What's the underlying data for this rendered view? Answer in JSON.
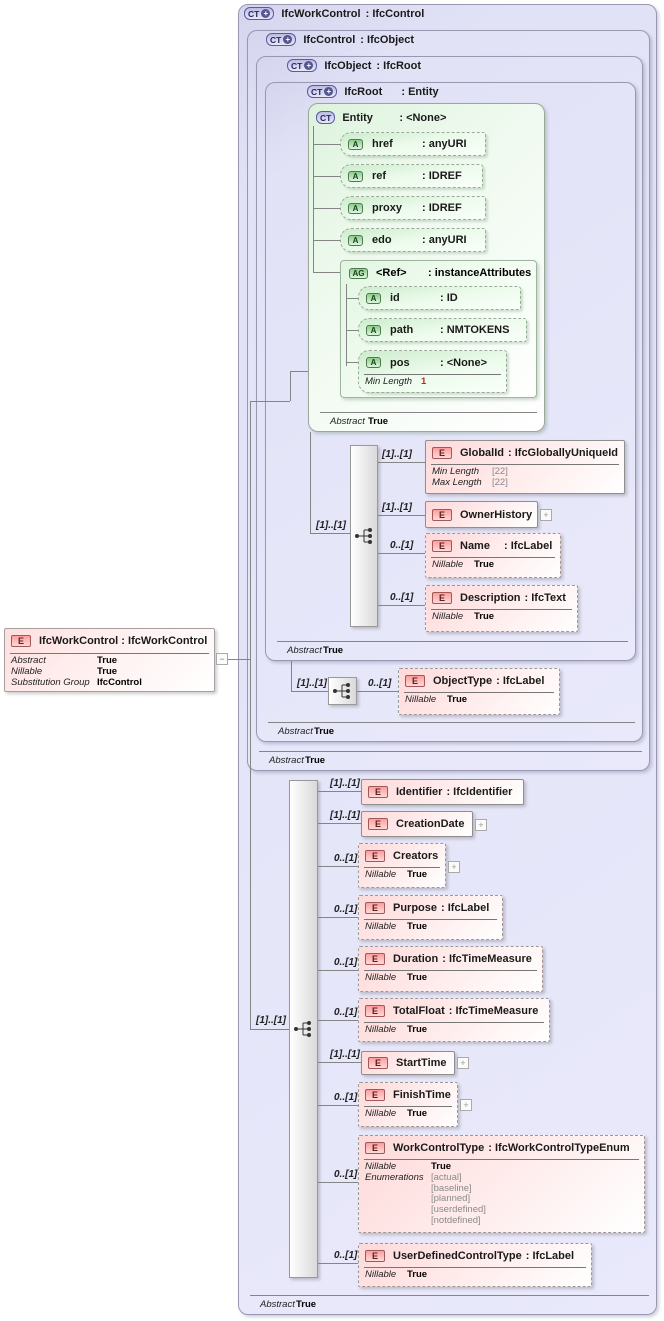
{
  "symbols": {
    "ct": "CT",
    "e": "E",
    "a": "A",
    "ag": "AG",
    "plus": "+",
    "minus": "−"
  },
  "type_boxes": [
    {
      "name": "IfcWorkControl",
      "type": ": IfcControl",
      "footer": {
        "label": "Abstract",
        "value": "True"
      }
    },
    {
      "name": "IfcControl",
      "type": ": IfcObject",
      "footer": {
        "label": "Abstract",
        "value": "True"
      }
    },
    {
      "name": "IfcObject",
      "type": ": IfcRoot",
      "footer": {
        "label": "Abstract",
        "value": "True"
      }
    },
    {
      "name": "IfcRoot",
      "type": ": Entity",
      "footer": {
        "label": "Abstract",
        "value": "True"
      }
    },
    {
      "name": "Entity",
      "type": ": <None>",
      "footer": {
        "label": "Abstract",
        "value": "True"
      }
    }
  ],
  "element_box": {
    "title": "IfcWorkControl : IfcWorkControl",
    "props": [
      {
        "label": "Abstract",
        "value": "True"
      },
      {
        "label": "Nillable",
        "value": "True"
      },
      {
        "label": "Substitution Group",
        "value": "IfcControl"
      }
    ]
  },
  "entity_attrs": [
    {
      "name": "href",
      "type": ": anyURI"
    },
    {
      "name": "ref",
      "type": ": IDREF"
    },
    {
      "name": "proxy",
      "type": ": IDREF"
    },
    {
      "name": "edo",
      "type": ": anyURI"
    }
  ],
  "ref_group": {
    "name": "<Ref>",
    "type": ": instanceAttributes",
    "attrs": [
      {
        "name": "id",
        "type": ": ID"
      },
      {
        "name": "path",
        "type": ": NMTOKENS"
      },
      {
        "name": "pos",
        "type": ": <None>",
        "facet": {
          "label": "Min Length",
          "value": "1"
        }
      }
    ]
  },
  "root_seq": {
    "card": "[1]..[1]",
    "items": [
      {
        "card": "[1]..[1]",
        "name": "GlobalId",
        "type": ": IfcGloballyUniqueId",
        "props": [
          {
            "label": "Min Length",
            "value": "[22]"
          },
          {
            "label": "Max Length",
            "value": "[22]"
          }
        ]
      },
      {
        "card": "[1]..[1]",
        "name": "OwnerHistory"
      },
      {
        "card": "0..[1]",
        "name": "Name",
        "type": ": IfcLabel",
        "props": [
          {
            "label": "Nillable",
            "value": "True"
          }
        ]
      },
      {
        "card": "0..[1]",
        "name": "Description",
        "type": ": IfcText",
        "props": [
          {
            "label": "Nillable",
            "value": "True"
          }
        ]
      }
    ]
  },
  "obj_seq": {
    "card": "[1]..[1]",
    "items": [
      {
        "card": "0..[1]",
        "name": "ObjectType",
        "type": ": IfcLabel",
        "props": [
          {
            "label": "Nillable",
            "value": "True"
          }
        ]
      }
    ]
  },
  "wc_seq": {
    "card": "[1]..[1]",
    "items": [
      {
        "card": "[1]..[1]",
        "name": "Identifier",
        "type": ": IfcIdentifier"
      },
      {
        "card": "[1]..[1]",
        "name": "CreationDate"
      },
      {
        "card": "0..[1]",
        "name": "Creators",
        "props": [
          {
            "label": "Nillable",
            "value": "True"
          }
        ]
      },
      {
        "card": "0..[1]",
        "name": "Purpose",
        "type": ": IfcLabel",
        "props": [
          {
            "label": "Nillable",
            "value": "True"
          }
        ]
      },
      {
        "card": "0..[1]",
        "name": "Duration",
        "type": ": IfcTimeMeasure",
        "props": [
          {
            "label": "Nillable",
            "value": "True"
          }
        ]
      },
      {
        "card": "0..[1]",
        "name": "TotalFloat",
        "type": ": IfcTimeMeasure",
        "props": [
          {
            "label": "Nillable",
            "value": "True"
          }
        ]
      },
      {
        "card": "[1]..[1]",
        "name": "StartTime"
      },
      {
        "card": "0..[1]",
        "name": "FinishTime",
        "props": [
          {
            "label": "Nillable",
            "value": "True"
          }
        ]
      },
      {
        "card": "0..[1]",
        "name": "WorkControlType",
        "type": ": IfcWorkControlTypeEnum",
        "props": [
          {
            "label": "Nillable",
            "value": "True"
          },
          {
            "label": "Enumerations",
            "value": "[actual]"
          },
          {
            "label": "",
            "value": "[baseline]"
          },
          {
            "label": "",
            "value": "[planned]"
          },
          {
            "label": "",
            "value": "[userdefined]"
          },
          {
            "label": "",
            "value": "[notdefined]"
          }
        ]
      },
      {
        "card": "0..[1]",
        "name": "UserDefinedControlType",
        "type": ": IfcLabel",
        "props": [
          {
            "label": "Nillable",
            "value": "True"
          }
        ]
      }
    ]
  }
}
